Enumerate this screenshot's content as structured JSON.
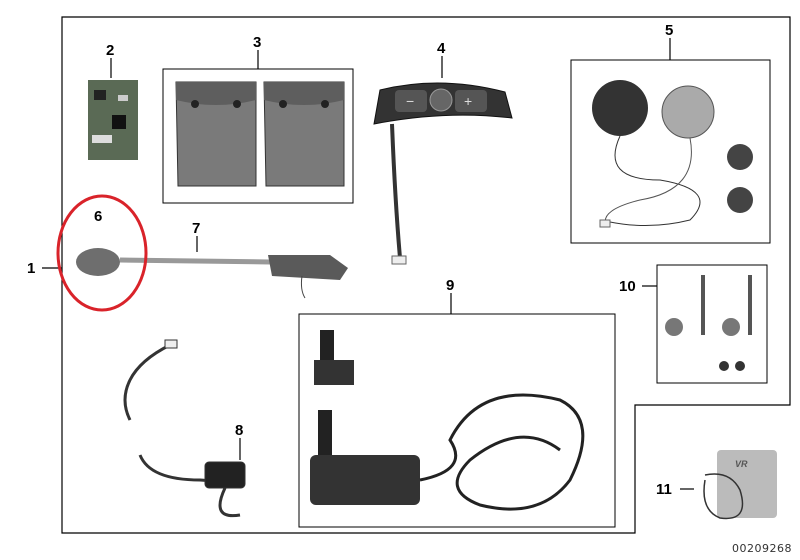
{
  "diagram": {
    "part_labels": [
      "1",
      "2",
      "3",
      "4",
      "5",
      "6",
      "7",
      "8",
      "9",
      "10",
      "11"
    ],
    "highlighted_part": "6",
    "battery_marking": "VR",
    "document_number": "00209268",
    "colors": {
      "highlight": "#d9232a",
      "frame": "#000000",
      "part_gray": "#6e6e6e"
    }
  }
}
